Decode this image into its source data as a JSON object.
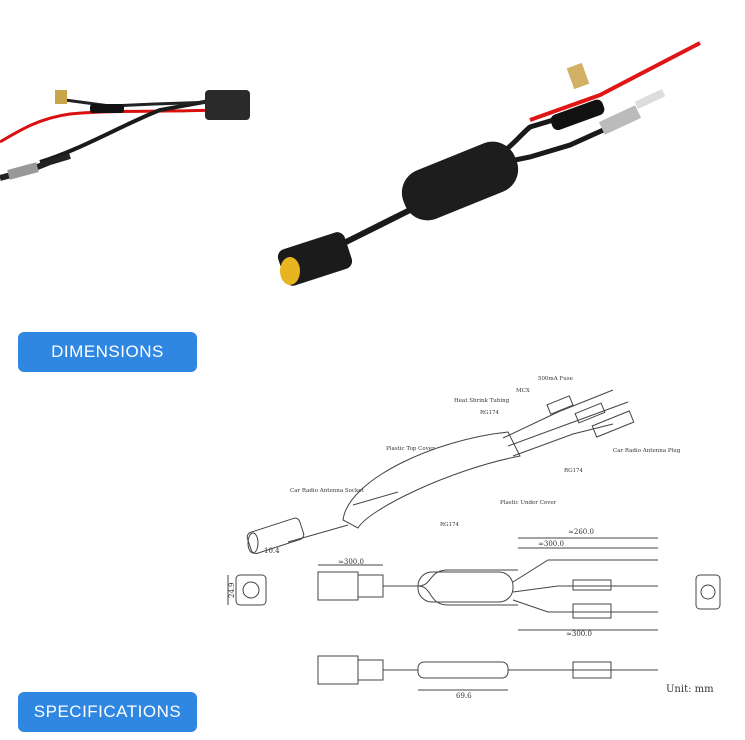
{
  "sections": {
    "dimensions_label": "DIMENSIONS",
    "specifications_label": "SPECIFICATIONS"
  },
  "drawing": {
    "callouts": {
      "fuse": "500mA Fuse",
      "mcx": "MCX",
      "heat_shrink": "Heat Shrink Tubing",
      "rg174_top": "RG174",
      "top_cover": "Plastic Top Cover",
      "antenna_plug": "Car Radio Antenna Plug",
      "rg174_mid": "RG174",
      "socket": "Car Radio Antenna Socket",
      "under_cover": "Plastic Under Cover",
      "rg174_bottom": "RG174"
    },
    "dims": {
      "d260": "≈260.0",
      "d300_a": "≈300.0",
      "d300_b": "≈300.0",
      "d300_c": "≈300.0",
      "d10_4": "10.4",
      "d24_9": "24.9",
      "d69_6": "69.6"
    },
    "unit": "Unit: mm"
  }
}
